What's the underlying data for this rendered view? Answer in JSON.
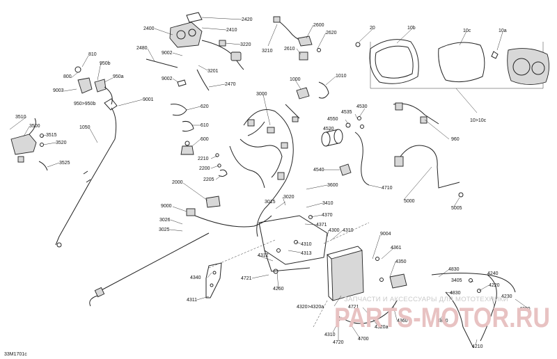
{
  "diagram": {
    "figure_code": "33M1701c",
    "labels": [
      {
        "id": "810",
        "text": "810"
      },
      {
        "id": "800",
        "text": "800"
      },
      {
        "id": "950b",
        "text": "950b"
      },
      {
        "id": "950a",
        "text": "950a"
      },
      {
        "id": "9003",
        "text": "9003"
      },
      {
        "id": "950_950b",
        "text": "950>950b"
      },
      {
        "id": "9001",
        "text": "9001"
      },
      {
        "id": "3510",
        "text": "3510"
      },
      {
        "id": "3500",
        "text": "3500"
      },
      {
        "id": "3515",
        "text": "3515"
      },
      {
        "id": "3520",
        "text": "3520"
      },
      {
        "id": "3525",
        "text": "3525"
      },
      {
        "id": "1050",
        "text": "1050"
      },
      {
        "id": "2400",
        "text": "2400"
      },
      {
        "id": "2420",
        "text": "2420"
      },
      {
        "id": "2410",
        "text": "2410"
      },
      {
        "id": "3220",
        "text": "3220"
      },
      {
        "id": "2480",
        "text": "2480"
      },
      {
        "id": "9002a",
        "text": "9002"
      },
      {
        "id": "3201",
        "text": "3201"
      },
      {
        "id": "9002b",
        "text": "9002"
      },
      {
        "id": "2470",
        "text": "2470"
      },
      {
        "id": "3210",
        "text": "3210"
      },
      {
        "id": "2600",
        "text": "2600"
      },
      {
        "id": "2620",
        "text": "2620"
      },
      {
        "id": "2610",
        "text": "2610"
      },
      {
        "id": "20",
        "text": "20"
      },
      {
        "id": "10b",
        "text": "10b"
      },
      {
        "id": "10c",
        "text": "10c"
      },
      {
        "id": "10a",
        "text": "10a"
      },
      {
        "id": "1000",
        "text": "1000"
      },
      {
        "id": "1010",
        "text": "1010"
      },
      {
        "id": "3000",
        "text": "3000"
      },
      {
        "id": "620",
        "text": "620"
      },
      {
        "id": "610",
        "text": "610"
      },
      {
        "id": "600",
        "text": "600"
      },
      {
        "id": "2210",
        "text": "2210"
      },
      {
        "id": "2200",
        "text": "2200"
      },
      {
        "id": "2205",
        "text": "2205"
      },
      {
        "id": "4530",
        "text": "4530"
      },
      {
        "id": "4535",
        "text": "4535"
      },
      {
        "id": "4550",
        "text": "4550"
      },
      {
        "id": "4520",
        "text": "4520"
      },
      {
        "id": "960",
        "text": "960"
      },
      {
        "id": "10_10c",
        "text": "10>10c"
      },
      {
        "id": "4540",
        "text": "4540"
      },
      {
        "id": "4710",
        "text": "4710"
      },
      {
        "id": "2000",
        "text": "2000"
      },
      {
        "id": "3600",
        "text": "3600"
      },
      {
        "id": "5000",
        "text": "5000"
      },
      {
        "id": "5005",
        "text": "5005"
      },
      {
        "id": "9000",
        "text": "9000"
      },
      {
        "id": "3015",
        "text": "3015"
      },
      {
        "id": "3020",
        "text": "3020"
      },
      {
        "id": "3410",
        "text": "3410"
      },
      {
        "id": "3026",
        "text": "3026"
      },
      {
        "id": "4370",
        "text": "4370"
      },
      {
        "id": "4371",
        "text": "4371"
      },
      {
        "id": "3025",
        "text": "3025"
      },
      {
        "id": "4300",
        "text": "4300"
      },
      {
        "id": "4310a",
        "text": "4310"
      },
      {
        "id": "9004",
        "text": "9004"
      },
      {
        "id": "4310b",
        "text": "4310"
      },
      {
        "id": "4313",
        "text": "4313"
      },
      {
        "id": "4312",
        "text": "4312"
      },
      {
        "id": "4361",
        "text": "4361"
      },
      {
        "id": "4350",
        "text": "4350"
      },
      {
        "id": "4721a",
        "text": "4721"
      },
      {
        "id": "4340",
        "text": "4340"
      },
      {
        "id": "4260",
        "text": "4260"
      },
      {
        "id": "4830a",
        "text": "4830"
      },
      {
        "id": "3405",
        "text": "3405"
      },
      {
        "id": "4240",
        "text": "4240"
      },
      {
        "id": "4220",
        "text": "4220"
      },
      {
        "id": "4830b",
        "text": "4830"
      },
      {
        "id": "4230",
        "text": "4230"
      },
      {
        "id": "4311",
        "text": "4311"
      },
      {
        "id": "4320_4320a",
        "text": "4320>4320a"
      },
      {
        "id": "4721b",
        "text": "4721"
      },
      {
        "id": "4200",
        "text": "4200"
      },
      {
        "id": "4360",
        "text": "4360"
      },
      {
        "id": "4820",
        "text": "4820"
      },
      {
        "id": "4310c",
        "text": "4310"
      },
      {
        "id": "4320a",
        "text": "4320a"
      },
      {
        "id": "4700",
        "text": "4700"
      },
      {
        "id": "4720",
        "text": "4720"
      },
      {
        "id": "4210",
        "text": "4210"
      }
    ]
  },
  "watermark": {
    "line1": "ЗАПЧАСТИ И АКСЕССУАРЫ ДЛЯ МОТОТЕХНИКИ",
    "line2": "PARTS-MOTOR.RU"
  }
}
